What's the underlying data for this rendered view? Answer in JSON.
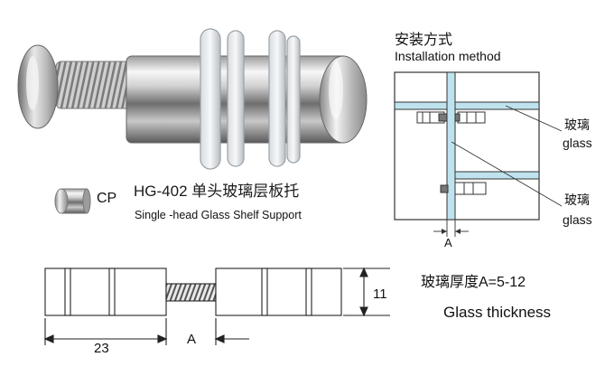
{
  "product": {
    "model": "HG-402 单头玻璃层板托",
    "subtitle": "Single -head Glass Shelf Support",
    "finish_code": "CP"
  },
  "installation": {
    "title_cn": "安装方式",
    "title_en": "Installation method",
    "label1_cn": "玻璃",
    "label1_en": "glass",
    "label2_cn": "玻璃",
    "label2_en": "glass",
    "gap_label": "A"
  },
  "dimensions": {
    "height": "11",
    "length": "23",
    "gap": "A"
  },
  "thickness": {
    "cn": "玻璃厚度A=5-12",
    "en": "Glass thickness"
  },
  "colors": {
    "chrome_light": "#f2f2f2",
    "chrome_dark": "#7a7a7a",
    "glass_blue": "#bfe3ee",
    "line": "#222222"
  }
}
